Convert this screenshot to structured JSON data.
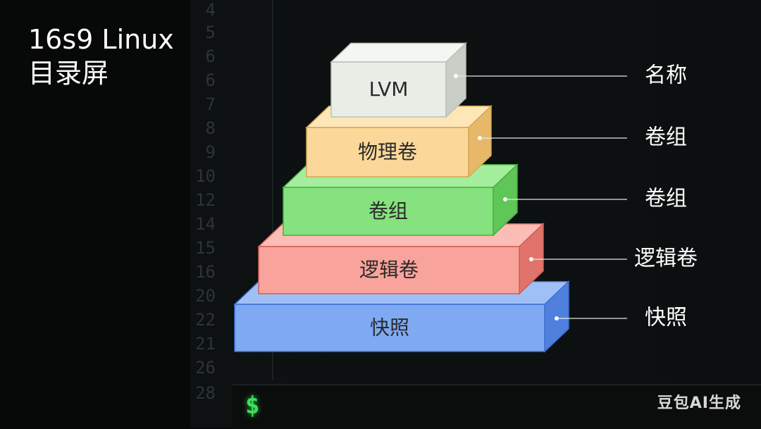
{
  "title": {
    "line1": "16s9 Linux",
    "line2": "目录屏"
  },
  "watermark": "豆包AI生成",
  "terminal": {
    "prompt": "$"
  },
  "line_numbers": [
    "4",
    "5",
    "6",
    "6",
    "7",
    "8",
    "9",
    "10",
    "12",
    "14",
    "15",
    "16",
    "20",
    "22",
    "21",
    "26",
    "28"
  ],
  "layers": [
    {
      "label": "LVM",
      "side_label": "名称",
      "face": "#e8ede6",
      "top": "#f3f6f1",
      "side": "#c9cfc7",
      "edge": "#b9c2b6"
    },
    {
      "label": "物理卷",
      "side_label": "卷组",
      "face": "#fbd89a",
      "top": "#fde6b8",
      "side": "#e8b86a",
      "edge": "#d6a653"
    },
    {
      "label": "卷组",
      "side_label": "卷组",
      "face": "#86e27f",
      "top": "#a5ee9d",
      "side": "#5fc658",
      "edge": "#46b03f"
    },
    {
      "label": "逻辑卷",
      "side_label": "逻辑卷",
      "face": "#f8a39b",
      "top": "#fbbdb6",
      "side": "#e0736b",
      "edge": "#d05f57"
    },
    {
      "label": "快照",
      "side_label": "快照",
      "face": "#7fa9f2",
      "top": "#9fc0f7",
      "side": "#4f80de",
      "edge": "#3d6fd2"
    }
  ],
  "colors": {
    "prompt": "#3ee05a",
    "background": "#070908"
  }
}
